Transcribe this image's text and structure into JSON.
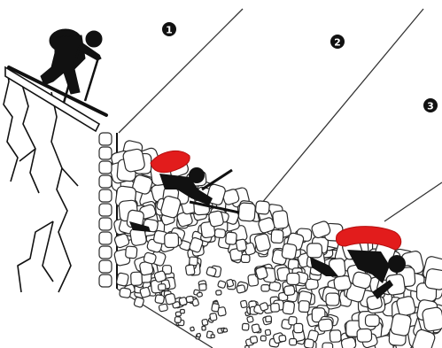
{
  "markers": [
    {
      "label": "1"
    },
    {
      "label": "2"
    },
    {
      "label": "3"
    }
  ],
  "colors": {
    "ink": "#111111",
    "airbag": "#e21c1c",
    "rock_fill": "#ffffff",
    "rock_stroke": "#2a2a2a",
    "background": "#ffffff"
  },
  "figures": [
    {
      "name": "skier",
      "state": "skiing on cornice"
    },
    {
      "name": "caught-skier-1",
      "state": "caught in avalanche",
      "airbag": true
    },
    {
      "name": "caught-skier-2",
      "state": "caught in avalanche",
      "airbag": true
    }
  ]
}
